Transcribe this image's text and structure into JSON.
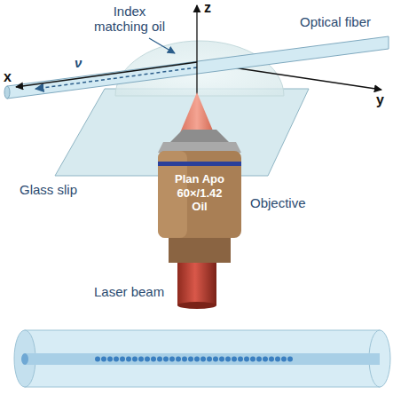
{
  "diagram": {
    "nodes": [
      {
        "text": [
          "Plan Apo 60×/1.42 Oil"
        ]
      }
    ],
    "labels": [
      "Index matching oil",
      "z",
      "Optical fiber",
      "x",
      "ν",
      "y",
      "Glass slip",
      "Objective",
      "Laser beam"
    ]
  }
}
